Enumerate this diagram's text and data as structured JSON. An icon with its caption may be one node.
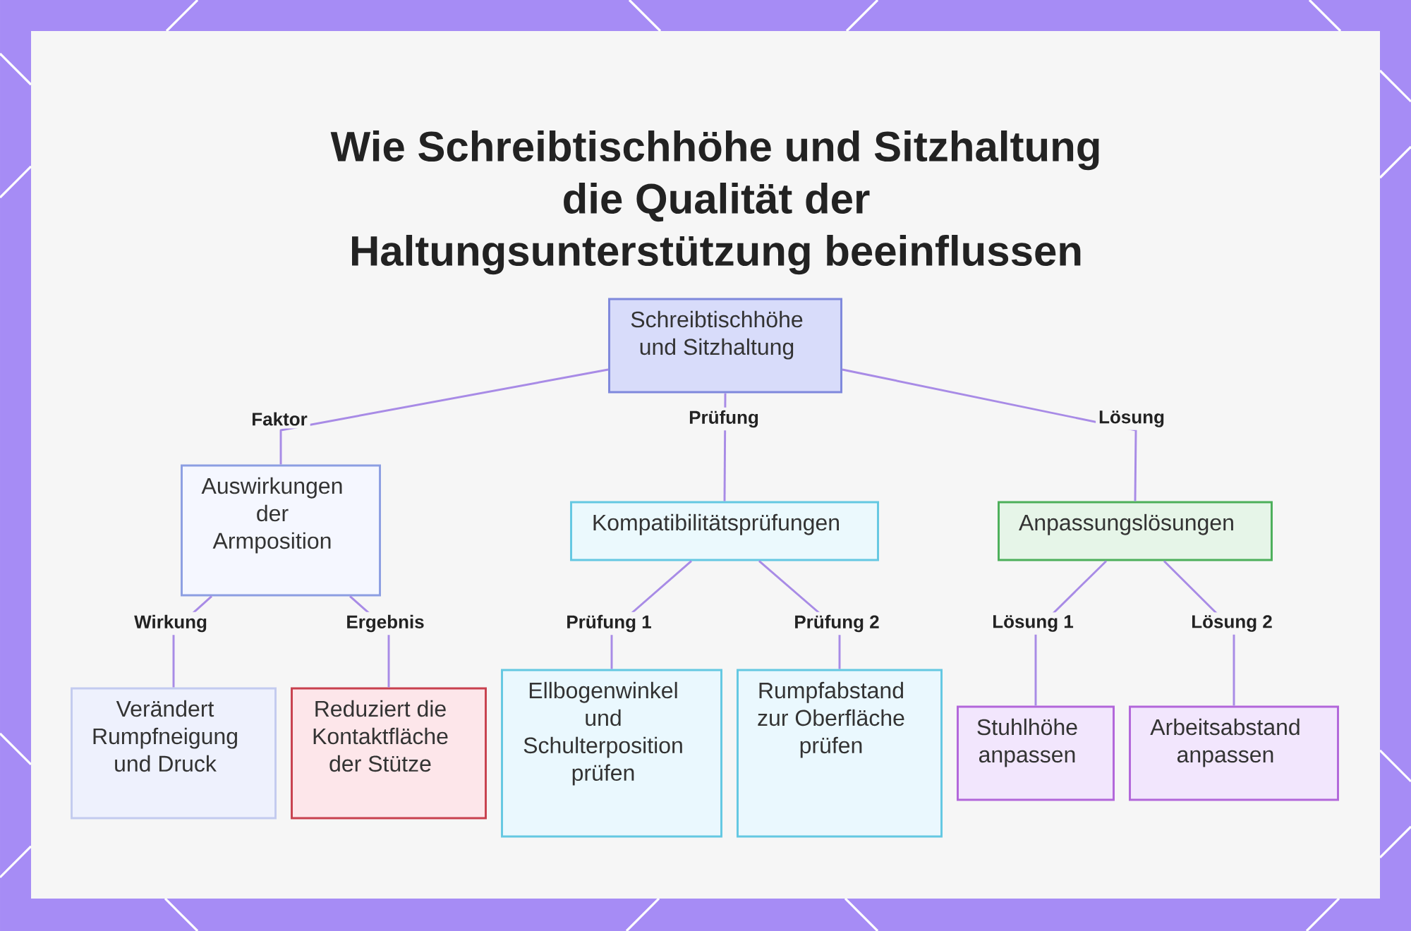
{
  "diagram": {
    "title": "Wie Schreibtischhöhe und Sitzhaltung die Qualität der Haltungsunterstützung beeinflussen",
    "nodes": [
      {
        "text": [
          "Schreibtischhöhe und Sitzhaltung"
        ]
      },
      {
        "text": [
          "Auswirkungen der Armposition"
        ]
      },
      {
        "text": [
          "Kompatibilitätsprüfungen"
        ]
      },
      {
        "text": [
          "Anpassungslösungen"
        ]
      },
      {
        "text": [
          "Verändert Rumpfneigung und Druck"
        ]
      },
      {
        "text": [
          "Reduziert die Kontaktfläche der Stütze"
        ]
      },
      {
        "text": [
          "Ellbogenwinkel und Schulterposition prüfen"
        ]
      },
      {
        "text": [
          "Rumpfabstand zur Oberfläche prüfen"
        ]
      },
      {
        "text": [
          "Stuhlhöhe anpassen"
        ]
      },
      {
        "text": [
          "Arbeitsabstand anpassen"
        ]
      }
    ],
    "edges": [
      {
        "from": 0,
        "to": 1,
        "arrow": "none",
        "label": "Faktor"
      },
      {
        "from": 0,
        "to": 2,
        "arrow": "none",
        "label": "Prüfung"
      },
      {
        "from": 0,
        "to": 3,
        "arrow": "none",
        "label": "Lösung"
      },
      {
        "from": 1,
        "to": 4,
        "arrow": "none",
        "label": "Wirkung"
      },
      {
        "from": 1,
        "to": 5,
        "arrow": "none",
        "label": "Ergebnis"
      },
      {
        "from": 2,
        "to": 6,
        "arrow": "none",
        "label": "Prüfung 1"
      },
      {
        "from": 2,
        "to": 7,
        "arrow": "none",
        "label": "Prüfung 2"
      },
      {
        "from": 3,
        "to": 8,
        "arrow": "none",
        "label": "Lösung 1"
      },
      {
        "from": 3,
        "to": 9,
        "arrow": "none",
        "label": "Lösung 2"
      }
    ]
  }
}
